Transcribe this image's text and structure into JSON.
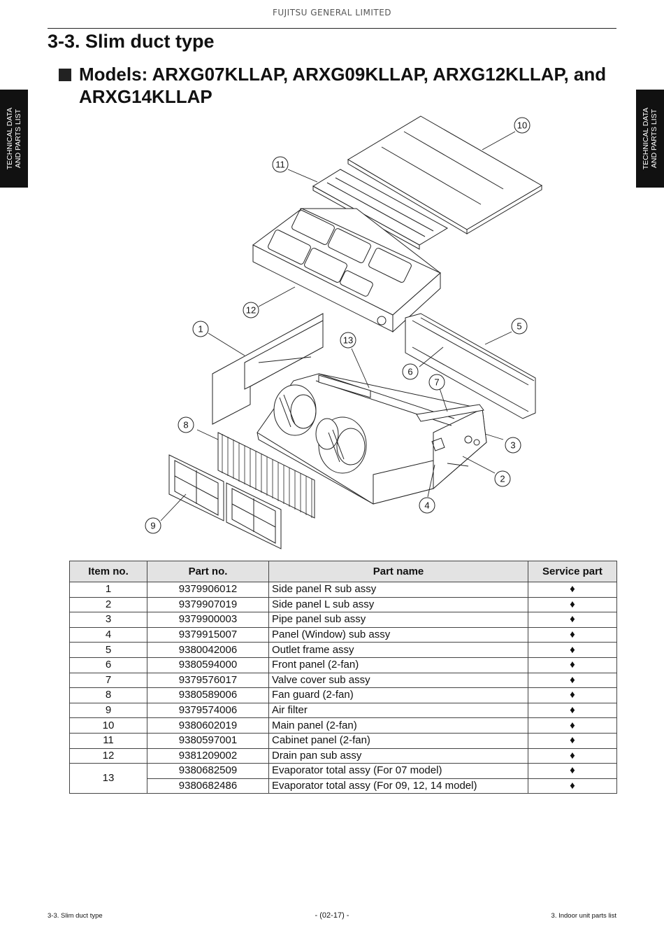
{
  "header": {
    "company": "FUJITSU GENERAL LIMITED"
  },
  "section": {
    "title": "3-3. Slim duct type"
  },
  "models": {
    "title": "Models: ARXG07KLLAP, ARXG09KLLAP, ARXG12KLLAP, and ARXG14KLLAP"
  },
  "side_tab": {
    "line1": "TECHNICAL DATA",
    "line2": "AND PARTS LIST"
  },
  "diagram": {
    "callouts": [
      "10",
      "11",
      "12",
      "1",
      "13",
      "5",
      "6",
      "7",
      "8",
      "3",
      "2",
      "4",
      "9"
    ]
  },
  "table": {
    "headers": [
      "Item no.",
      "Part no.",
      "Part name",
      "Service part"
    ],
    "rows": [
      {
        "item": "1",
        "part_no": "9379906012",
        "name": "Side panel R sub assy",
        "service": "♦"
      },
      {
        "item": "2",
        "part_no": "9379907019",
        "name": "Side panel L sub assy",
        "service": "♦"
      },
      {
        "item": "3",
        "part_no": "9379900003",
        "name": "Pipe panel sub assy",
        "service": "♦"
      },
      {
        "item": "4",
        "part_no": "9379915007",
        "name": "Panel (Window) sub assy",
        "service": "♦"
      },
      {
        "item": "5",
        "part_no": "9380042006",
        "name": "Outlet frame assy",
        "service": "♦"
      },
      {
        "item": "6",
        "part_no": "9380594000",
        "name": "Front panel (2-fan)",
        "service": "♦"
      },
      {
        "item": "7",
        "part_no": "9379576017",
        "name": "Valve cover sub assy",
        "service": "♦"
      },
      {
        "item": "8",
        "part_no": "9380589006",
        "name": "Fan guard (2-fan)",
        "service": "♦"
      },
      {
        "item": "9",
        "part_no": "9379574006",
        "name": "Air filter",
        "service": "♦"
      },
      {
        "item": "10",
        "part_no": "9380602019",
        "name": "Main panel (2-fan)",
        "service": "♦"
      },
      {
        "item": "11",
        "part_no": "9380597001",
        "name": "Cabinet panel (2-fan)",
        "service": "♦"
      },
      {
        "item": "12",
        "part_no": "9381209002",
        "name": "Drain pan sub assy",
        "service": "♦"
      },
      {
        "item": "13",
        "part_no": "9380682509",
        "name": "Evaporator total assy (For 07 model)",
        "service": "♦"
      },
      {
        "item": "",
        "part_no": "9380682486",
        "name": "Evaporator total assy (For 09, 12, 14 model)",
        "service": "♦"
      }
    ]
  },
  "footer": {
    "left": "3-3. Slim duct type",
    "center": "- (02-17) -",
    "right": "3. Indoor unit parts list"
  }
}
